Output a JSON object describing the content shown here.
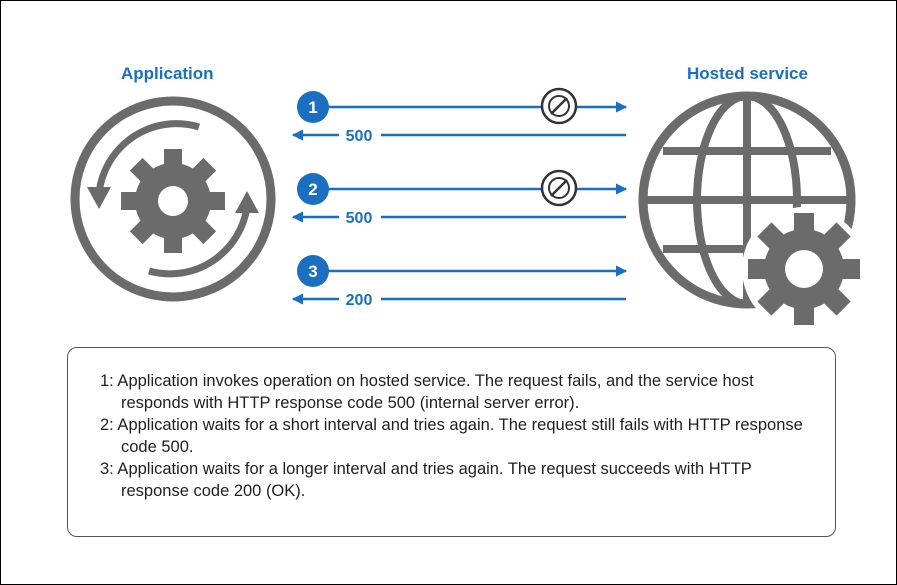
{
  "application_label": "Application",
  "service_label": "Hosted service",
  "colors": {
    "accent": "#1a6fc0",
    "icon_gray": "#6b6b6b",
    "text": "#1f1f1f"
  },
  "icons": [
    "rotating-gear-icon",
    "globe-gear-icon",
    "no-entry-icon"
  ],
  "attempts": [
    {
      "number": "1",
      "response_code": "500",
      "request_blocked": true
    },
    {
      "number": "2",
      "response_code": "500",
      "request_blocked": true
    },
    {
      "number": "3",
      "response_code": "200",
      "request_blocked": false
    }
  ],
  "steps": [
    "1: Application invokes operation on hosted service. The request fails, and the service host responds with HTTP response code 500 (internal server error).",
    "2: Application waits for a short interval and tries again. The request still fails with HTTP response code 500.",
    "3: Application waits for a longer interval and tries again. The request succeeds with HTTP response code 200 (OK)."
  ]
}
